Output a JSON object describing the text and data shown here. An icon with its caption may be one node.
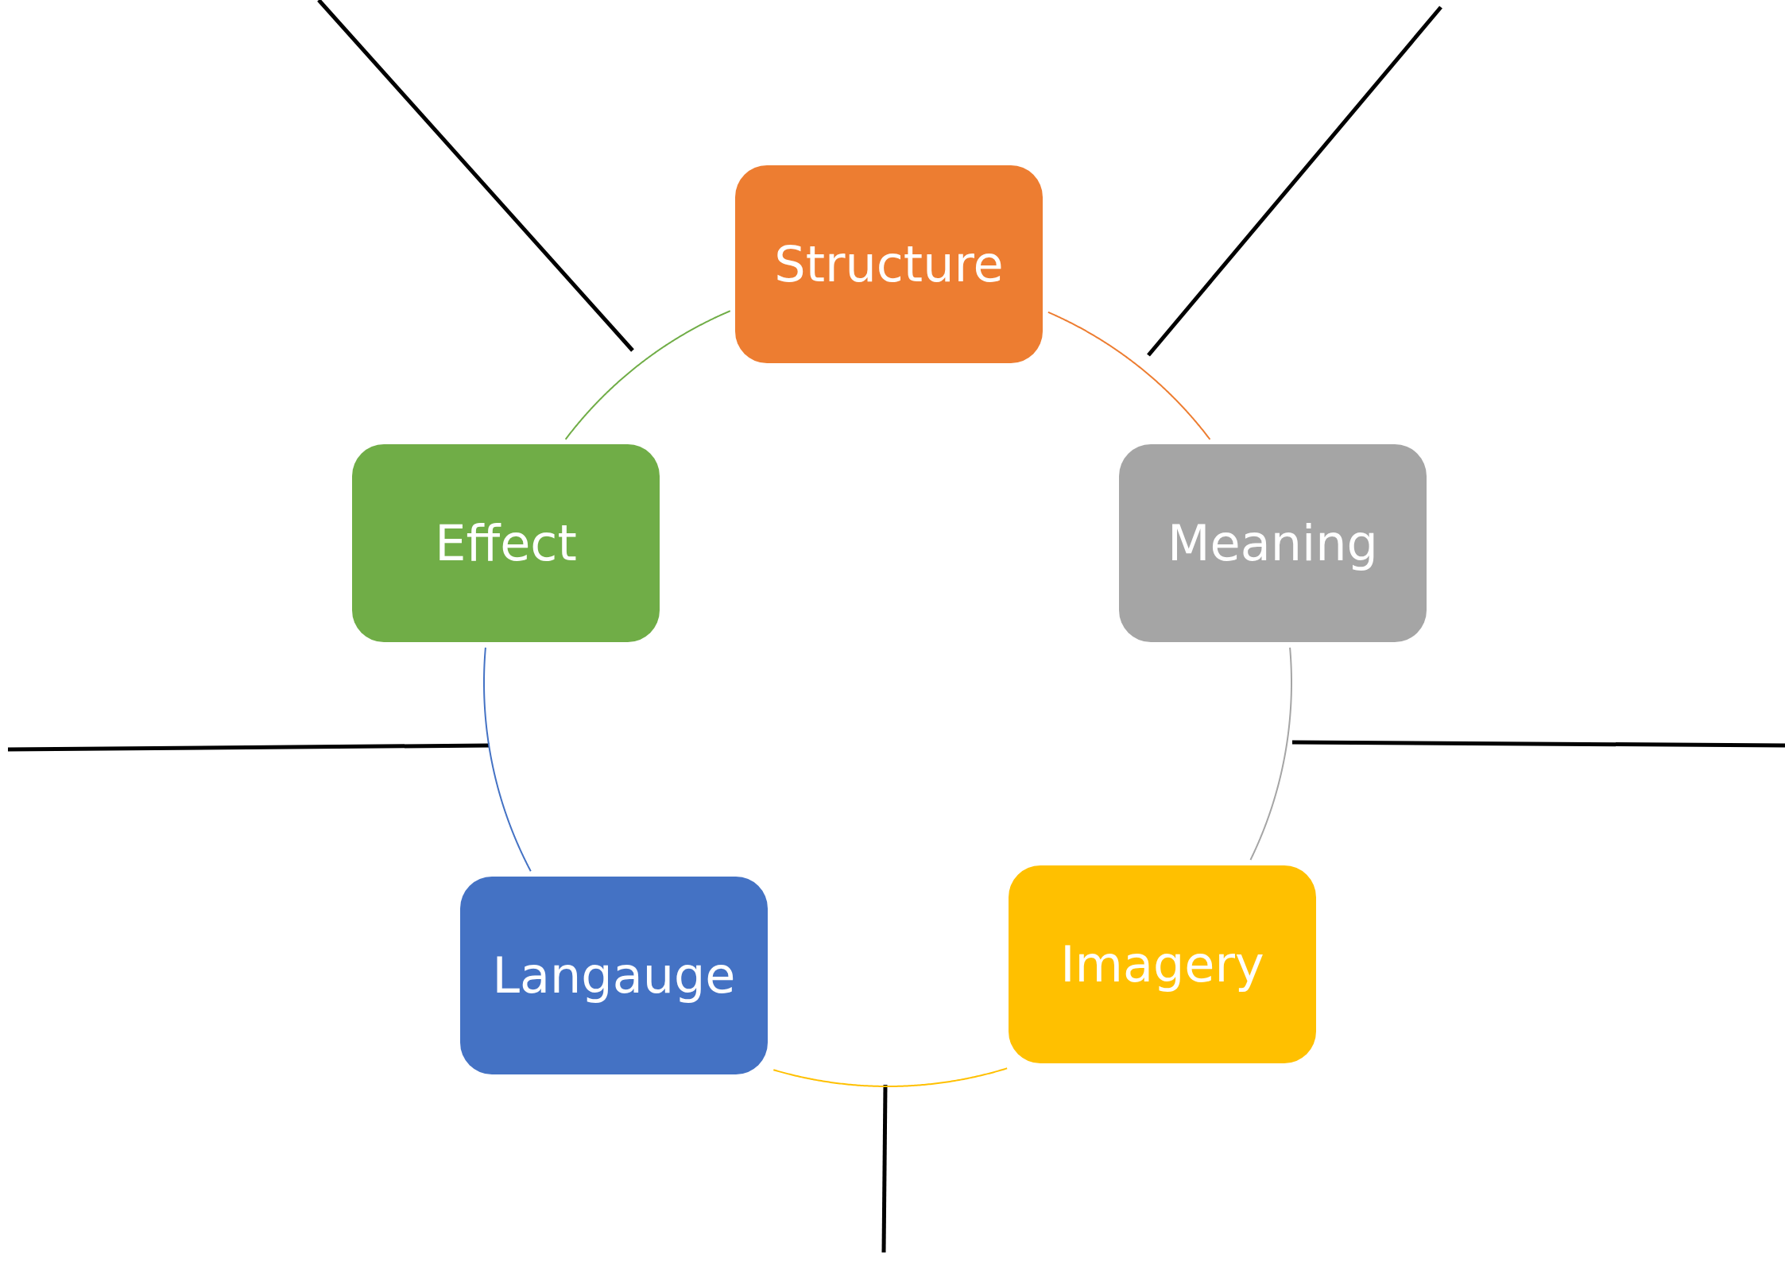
{
  "diagram": {
    "nodes": [
      {
        "text": [
          "Structure"
        ]
      },
      {
        "text": [
          "Meaning"
        ]
      },
      {
        "text": [
          "Imagery"
        ]
      },
      {
        "text": [
          "Langauge"
        ]
      },
      {
        "text": [
          "Effect"
        ]
      }
    ],
    "edges": [
      {
        "from": 0,
        "to": 1,
        "arrow": "none",
        "color": "#ed7d31"
      },
      {
        "from": 1,
        "to": 2,
        "arrow": "none",
        "color": "#a5a5a5"
      },
      {
        "from": 2,
        "to": 3,
        "arrow": "none",
        "color": "#ffc000"
      },
      {
        "from": 3,
        "to": 4,
        "arrow": "none",
        "color": "#4472c4"
      },
      {
        "from": 4,
        "to": 0,
        "arrow": "none",
        "color": "#70ad47"
      }
    ]
  }
}
